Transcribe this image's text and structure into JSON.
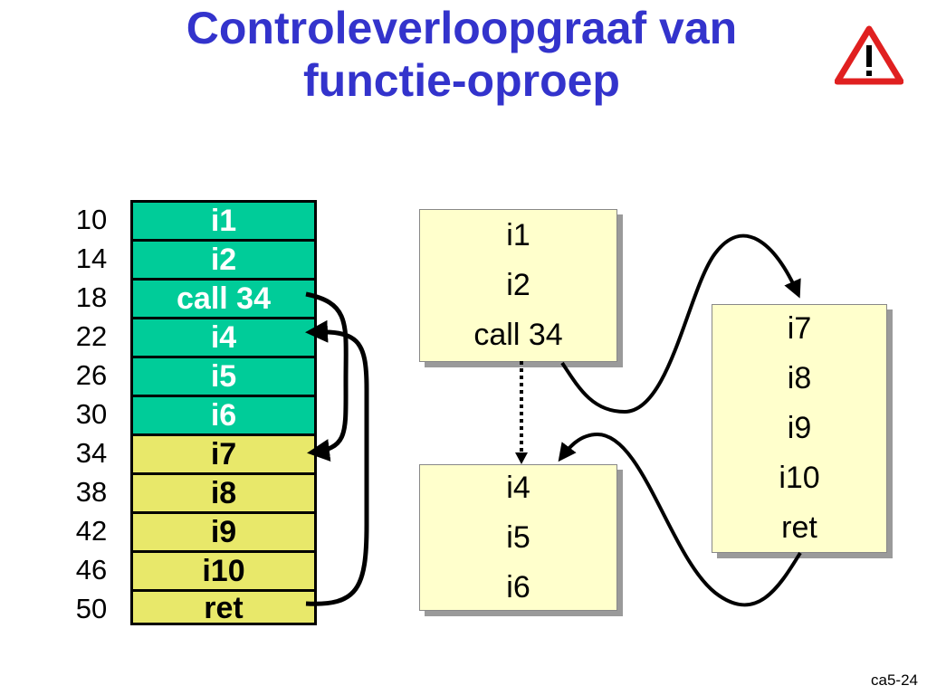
{
  "title": {
    "line1": "Controleverloopgraaf van",
    "line2": "functie-oproep"
  },
  "icon": "warning-triangle-icon",
  "memory": {
    "addresses": [
      "10",
      "14",
      "18",
      "22",
      "26",
      "30",
      "34",
      "38",
      "42",
      "46",
      "50"
    ],
    "instructions": [
      "i1",
      "i2",
      "call 34",
      "i4",
      "i5",
      "i6",
      "i7",
      "i8",
      "i9",
      "i10",
      "ret"
    ],
    "colors": {
      "caller": "#00cc99",
      "callee": "#e8e86a"
    }
  },
  "blocks": {
    "block_a": [
      "i1",
      "i2",
      "call 34"
    ],
    "block_b": [
      "i4",
      "i5",
      "i6"
    ],
    "block_c": [
      "i7",
      "i8",
      "i9",
      "i10",
      "ret"
    ],
    "fill": "#ffffcc"
  },
  "footer": "ca5-24"
}
